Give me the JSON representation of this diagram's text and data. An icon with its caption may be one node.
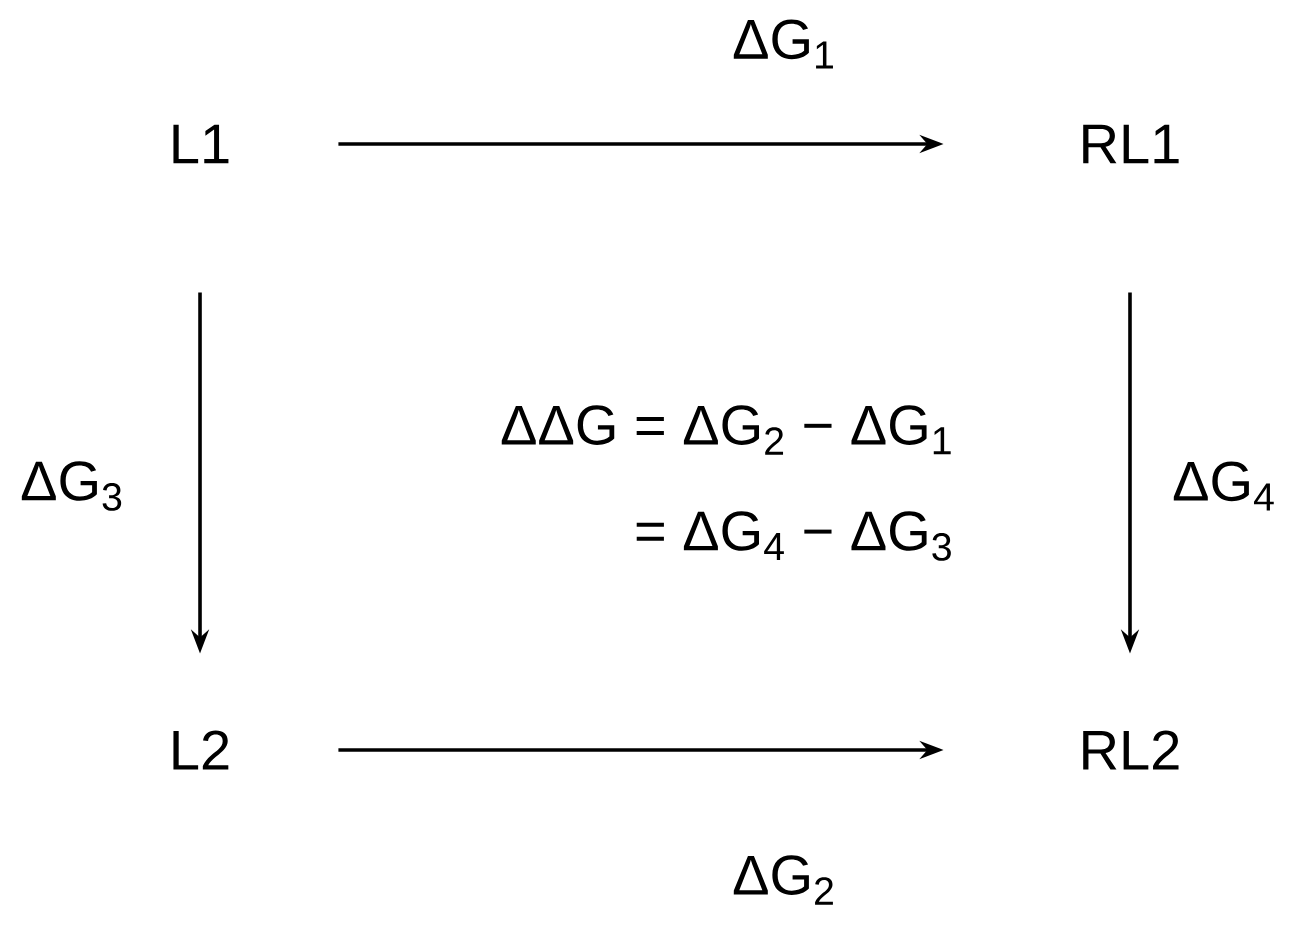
{
  "diagram": {
    "nodes": [
      {
        "text": [
          "L1"
        ]
      },
      {
        "text": [
          "RL1"
        ]
      },
      {
        "text": [
          "L2"
        ]
      },
      {
        "text": [
          "RL2"
        ]
      }
    ],
    "edges": [
      {
        "from": 0,
        "to": 1,
        "arrow": "to",
        "label": "ΔG$_{1}$"
      },
      {
        "from": 2,
        "to": 3,
        "arrow": "to",
        "label": "ΔG$_{2}$"
      },
      {
        "from": 0,
        "to": 2,
        "arrow": "to",
        "label": "ΔG$_{3}$"
      },
      {
        "from": 1,
        "to": 3,
        "arrow": "to",
        "label": "ΔG$_{4}$"
      }
    ],
    "labels": [
      "ΔΔG = ΔG$_{2}$ − ΔG$_{1}$",
      "= ΔG$_{4}$ − ΔG$_{3}$"
    ]
  }
}
